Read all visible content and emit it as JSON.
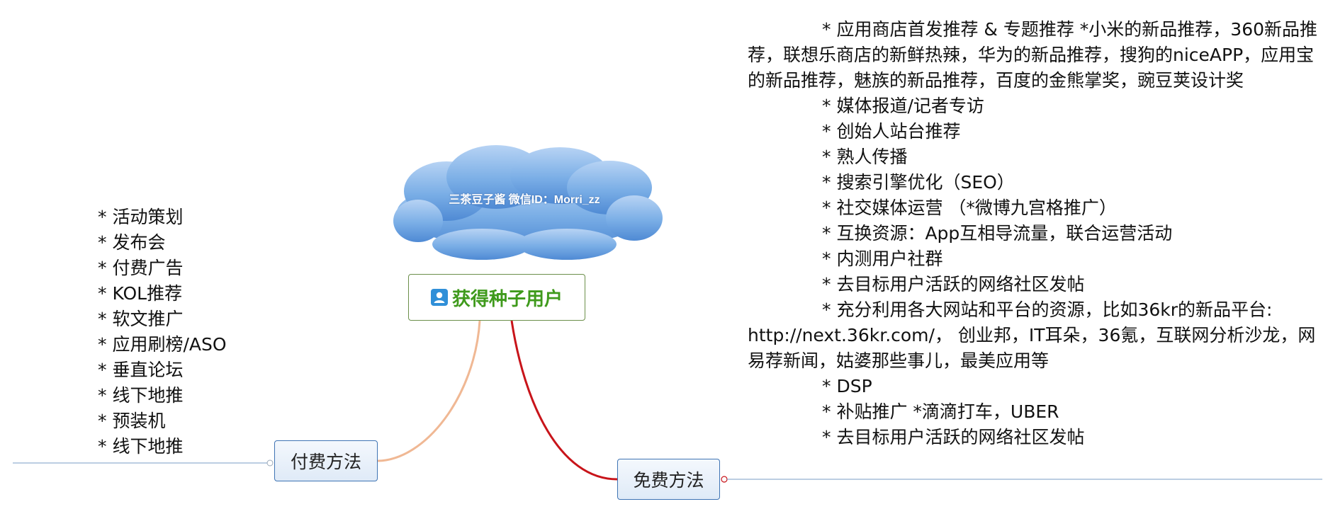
{
  "cloud": {
    "text": "三茶豆子酱 微信ID：Morri_zz"
  },
  "central": {
    "title": "获得种子用户"
  },
  "paid": {
    "label": "付费方法",
    "items": [
      "* 活动策划",
      "* 发布会",
      "* 付费广告",
      "* KOL推荐",
      "* 软文推广",
      "* 应用刷榜/ASO",
      "* 垂直论坛",
      "* 线下地推",
      "* 预装机",
      "* 线下地推"
    ]
  },
  "free": {
    "label": "免费方法",
    "items": [
      "* 应用商店首发推荐 & 专题推荐 *小米的新品推荐，360新品推荐，联想乐商店的新鲜热辣，华为的新品推荐，搜狗的niceAPP，应用宝的新品推荐，魅族的新品推荐，百度的金熊掌奖，豌豆荚设计奖",
      "* 媒体报道/记者专访",
      "* 创始人站台推荐",
      "* 熟人传播",
      "* 搜索引擎优化（SEO）",
      "* 社交媒体运营 （*微博九宫格推广）",
      "* 互换资源：App互相导流量，联合运营活动",
      "* 内测用户社群",
      "* 去目标用户活跃的网络社区发帖",
      "* 充分利用各大网站和平台的资源，比如36kr的新品平台: http://next.36kr.com/， 创业邦，IT耳朵，36氪，互联网分析沙龙，网易荐新闻，姑婆那些事儿，最美应用等",
      "* DSP",
      "* 补贴推广 *滴滴打车，UBER",
      "* 去目标用户活跃的网络社区发帖"
    ]
  },
  "colors": {
    "cloud_fill": "#6ea4e0",
    "central_text": "#3f9a1c",
    "paid_connector": "#f0b894",
    "free_connector": "#c8141a",
    "branch_border": "#3f74b4",
    "baseline": "#7a9cc6"
  },
  "icons": {
    "central": "user-icon"
  }
}
